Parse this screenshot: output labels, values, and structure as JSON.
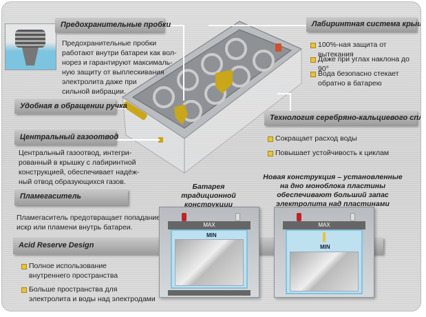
{
  "plugs": {
    "title": "Предохранительные пробки",
    "text": [
      "Предохранительные пробки",
      "работают внутри батареи как вол-",
      "норез и гарантируют максималь-",
      "ную защиту от выплескивания",
      "электролита даже при",
      "сильной вибрации."
    ]
  },
  "handle": {
    "title": "Удобная в обращении ручка"
  },
  "vent": {
    "title": "Центральный газоотвод",
    "text": [
      "Центральный газоотвод, интегри-",
      "рованный в крышку с лабиринтной",
      "конструкцией, обеспечивает надёж-",
      "ный отвод образующихся газов."
    ]
  },
  "flame": {
    "title": "Пламегаситель",
    "text": [
      "Пламегаситель предотвращает попадание",
      "искр или пламени внутрь батареи."
    ]
  },
  "acid": {
    "title": "Acid Reserve Design",
    "bullets": [
      "Полное использование внутреннего пространства",
      "Больше пространства для электролита и воды над электродами"
    ]
  },
  "labyrinth": {
    "title": "Лабиринтная система крышки",
    "bullets": [
      "100%-ная защита от вытекания",
      "Даже при углах наклона до 90°",
      "Вода безопасно стекает обратно в батарею"
    ]
  },
  "alloy": {
    "title": "Технология серебряно-кальциевого сплава",
    "bullets": [
      "Сокращает расход воды",
      "Повышает устойчивость к циклам"
    ]
  },
  "compare": {
    "traditional": "Батарея традиционной конструкции",
    "new": "Новая конструкция – установленные на дно моноблока пластины обеспечивают больший запас электролита над пластинами",
    "max": "MAX",
    "min": "MIN"
  },
  "colors": {
    "bullet": "#e8c23a",
    "accent_gold": "#c9a61a",
    "electrolyte": "#bfe0ee"
  }
}
